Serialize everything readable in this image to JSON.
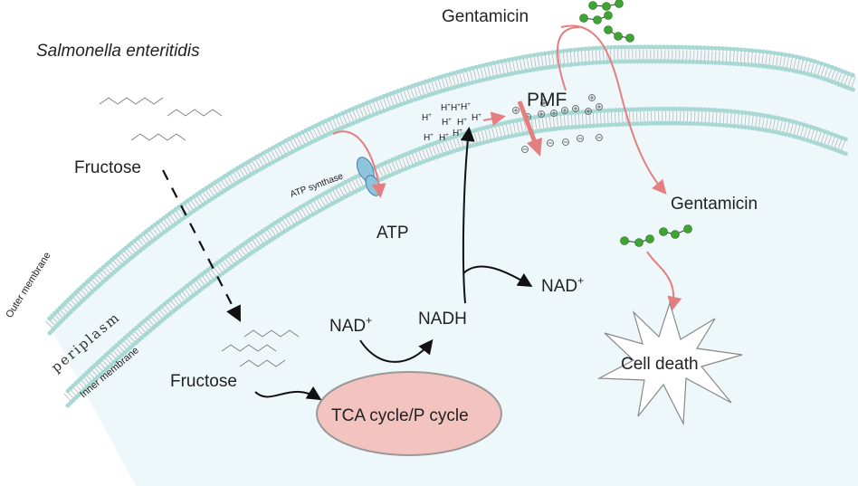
{
  "organism": "Salmonella enteritidis",
  "labels": {
    "fructose_outside": "Fructose",
    "fructose_inside": "Fructose",
    "outer_membrane": "Outer membrane",
    "inner_membrane": "Inner membrane",
    "periplasm": "periplasm",
    "atp_synthase": "ATP synthase",
    "atp": "ATP",
    "nad_left": "NAD",
    "nad_right": "NAD",
    "nad_superscript": "+",
    "nadh": "NADH",
    "tca": "TCA cycle/P cycle",
    "pmf": "PMF",
    "gentamicin_outside": "Gentamicin",
    "gentamicin_inside": "Gentamicin",
    "cell_death": "Cell death",
    "proton": "H",
    "plus": "+"
  },
  "colors": {
    "membrane_head": "#a8d8d4",
    "cytoplasm": "#eef7f9",
    "arrow_pink": "#e57f7f",
    "tca_fill": "#f2c3bf",
    "gentamicin_bead": "#3ea535",
    "atp_synthase": "#8ec3de"
  }
}
